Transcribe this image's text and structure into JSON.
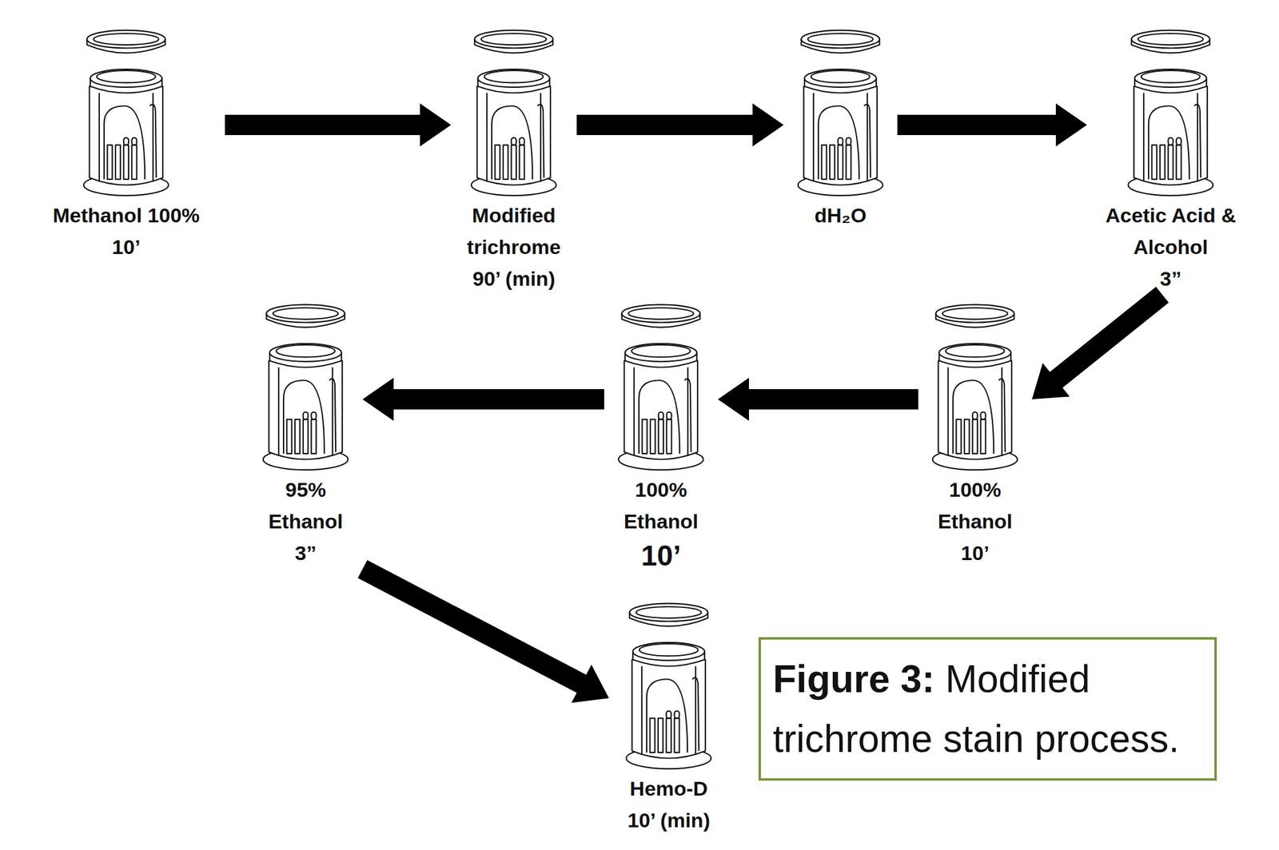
{
  "diagram": {
    "nodes": [
      {
        "text": [
          "Methanol 100%",
          "10’"
        ]
      },
      {
        "text": [
          "Modified trichrome",
          "90’ (min)"
        ]
      },
      {
        "text": [
          "dH₂O"
        ]
      },
      {
        "text": [
          "Acetic Acid & Alcohol",
          "3”"
        ]
      },
      {
        "text": [
          "100% Ethanol",
          "10’"
        ]
      },
      {
        "text": [
          "100% Ethanol",
          "10’"
        ]
      },
      {
        "text": [
          "95% Ethanol",
          "3”"
        ]
      },
      {
        "text": [
          "Hemo-D",
          "10’ (min)"
        ]
      },
      {
        "text": [
          "Figure 3:",
          "Modified trichrome stain process."
        ]
      }
    ],
    "edges": [
      {
        "from": 0,
        "to": 1,
        "arrow": "to"
      },
      {
        "from": 1,
        "to": 2,
        "arrow": "to"
      },
      {
        "from": 2,
        "to": 3,
        "arrow": "to"
      },
      {
        "from": 3,
        "to": 4,
        "arrow": "to"
      },
      {
        "from": 4,
        "to": 5,
        "arrow": "to"
      },
      {
        "from": 5,
        "to": 6,
        "arrow": "to"
      },
      {
        "from": 6,
        "to": 7,
        "arrow": "to"
      }
    ]
  }
}
